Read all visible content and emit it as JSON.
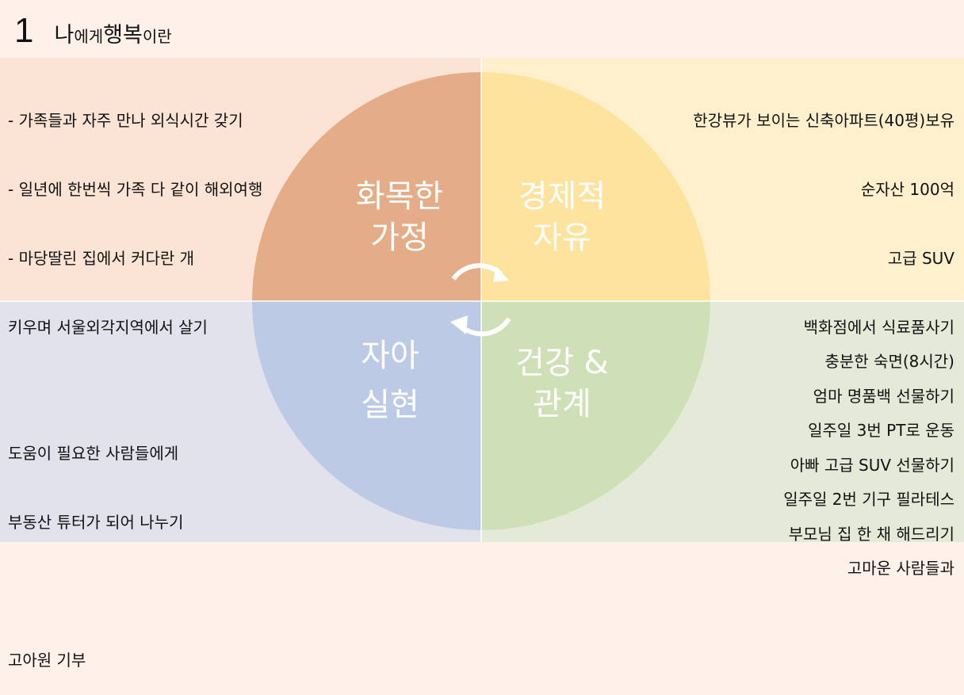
{
  "title": {
    "number": "1",
    "parts": [
      "나",
      "에게 ",
      "행복",
      "이란"
    ]
  },
  "quadrants": {
    "family": {
      "label_lines": [
        "화목한",
        "가정"
      ],
      "items": [
        "- 가족들과 자주 만나 외식시간 갖기",
        "- 일년에 한번씩 가족 다 같이 해외여행",
        "- 마당딸린 집에서 커다란 개",
        "키우며 서울외각지역에서 살기"
      ]
    },
    "finance": {
      "label_lines": [
        "경제적",
        "자유"
      ],
      "items": [
        "한강뷰가 보이는 신축아파트(40평)보유",
        "순자산 100억",
        "고급 SUV",
        "백화점에서 식료품사기",
        "엄마 명품백 선물하기",
        "아빠 고급 SUV 선물하기",
        "부모님 집 한 채 해드리기"
      ]
    },
    "self": {
      "label_lines": [
        "자아",
        "실현"
      ],
      "items": [
        "도움이 필요한 사람들에게",
        "부동산 튜터가 되어 나누기",
        "",
        "고아원 기부"
      ]
    },
    "health": {
      "label_lines": [
        "건강 &",
        "관계"
      ],
      "items": [
        "충분한 숙면(8시간)",
        "일주일 3번 PT로 운동",
        "일주일 2번 기구 필라테스",
        "고마운 사람들과"
      ]
    }
  },
  "colors": {
    "family": "#e4ad88",
    "finance": "#fde39d",
    "self": "#bccae6",
    "health": "#cfe0b6"
  }
}
